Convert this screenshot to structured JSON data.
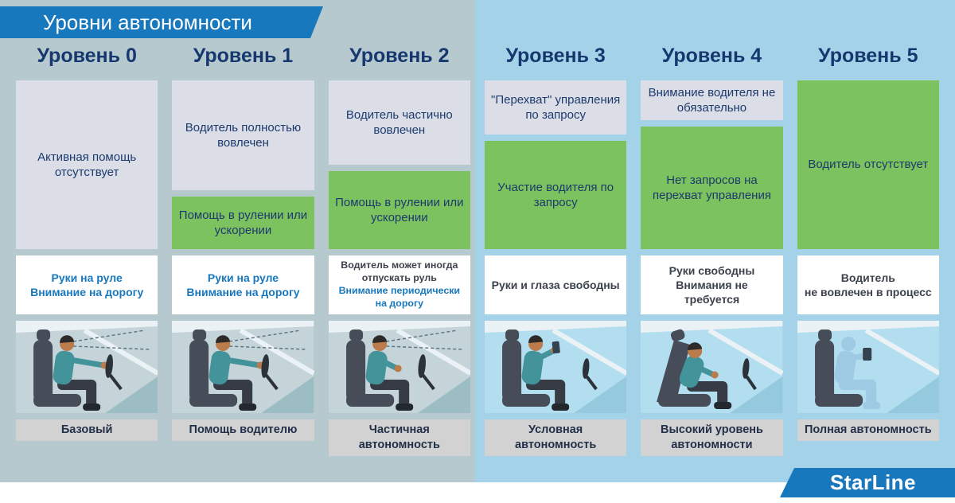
{
  "header": {
    "title": "Уровни автономности"
  },
  "brand": {
    "logo": "StarLine"
  },
  "colors": {
    "banner_blue": "#1878be",
    "left_panel": "#b6c9ce",
    "right_panel": "#a4d3e9",
    "green_box": "#7cc25e",
    "gray_box": "#dbdee7",
    "footer_box": "#d2d2d2",
    "navy_text": "#16386e",
    "blue_text": "#1878be"
  },
  "levels": [
    {
      "title": "Уровень 0",
      "gray_box": "Активная помощь отсутствует",
      "green_box": null,
      "status": [
        {
          "text": "Руки на руле",
          "style": "blue"
        },
        {
          "text": "Внимание на дорогу",
          "style": "blue"
        }
      ],
      "footer": "Базовый",
      "illustration": "driver-hands-on-wheel-attentive"
    },
    {
      "title": "Уровень 1",
      "gray_box": "Водитель полностью вовлечен",
      "green_box": "Помощь в рулении или ускорении",
      "status": [
        {
          "text": "Руки на руле",
          "style": "blue"
        },
        {
          "text": "Внимание на дорогу",
          "style": "blue"
        }
      ],
      "footer": "Помощь водителю",
      "illustration": "driver-hands-on-wheel-attentive"
    },
    {
      "title": "Уровень 2",
      "gray_box": "Водитель частично вовлечен",
      "green_box": "Помощь в рулении или ускорении",
      "status": [
        {
          "text": "Водитель может иногда отпускать руль",
          "style": "dark"
        },
        {
          "text": "Внимание периодически на дорогу",
          "style": "blue"
        }
      ],
      "footer": "Частичная автономность",
      "illustration": "driver-hand-off-wheel"
    },
    {
      "title": "Уровень 3",
      "gray_box": "\"Перехват\" управления по запросу",
      "green_box": "Участие водителя по запросу",
      "status": [
        {
          "text": "Руки и глаза свободны",
          "style": "dark"
        }
      ],
      "footer": "Условная автономность",
      "illustration": "driver-looking-at-phone"
    },
    {
      "title": "Уровень 4",
      "gray_box": "Внимание водителя не обязательно",
      "green_box": "Нет запросов на перехват управления",
      "status": [
        {
          "text": "Руки свободны",
          "style": "dark"
        },
        {
          "text": "Внимания не требуется",
          "style": "dark"
        }
      ],
      "footer": "Высокий уровень автономности",
      "illustration": "driver-reclined-resting"
    },
    {
      "title": "Уровень 5",
      "gray_box": null,
      "green_box": "Водитель отсутствует",
      "status": [
        {
          "text": "Водитель",
          "style": "dark"
        },
        {
          "text": "не вовлечен в процесс",
          "style": "dark"
        }
      ],
      "footer": "Полная автономность",
      "illustration": "passenger-ghost-with-tablet-no-driver"
    }
  ]
}
